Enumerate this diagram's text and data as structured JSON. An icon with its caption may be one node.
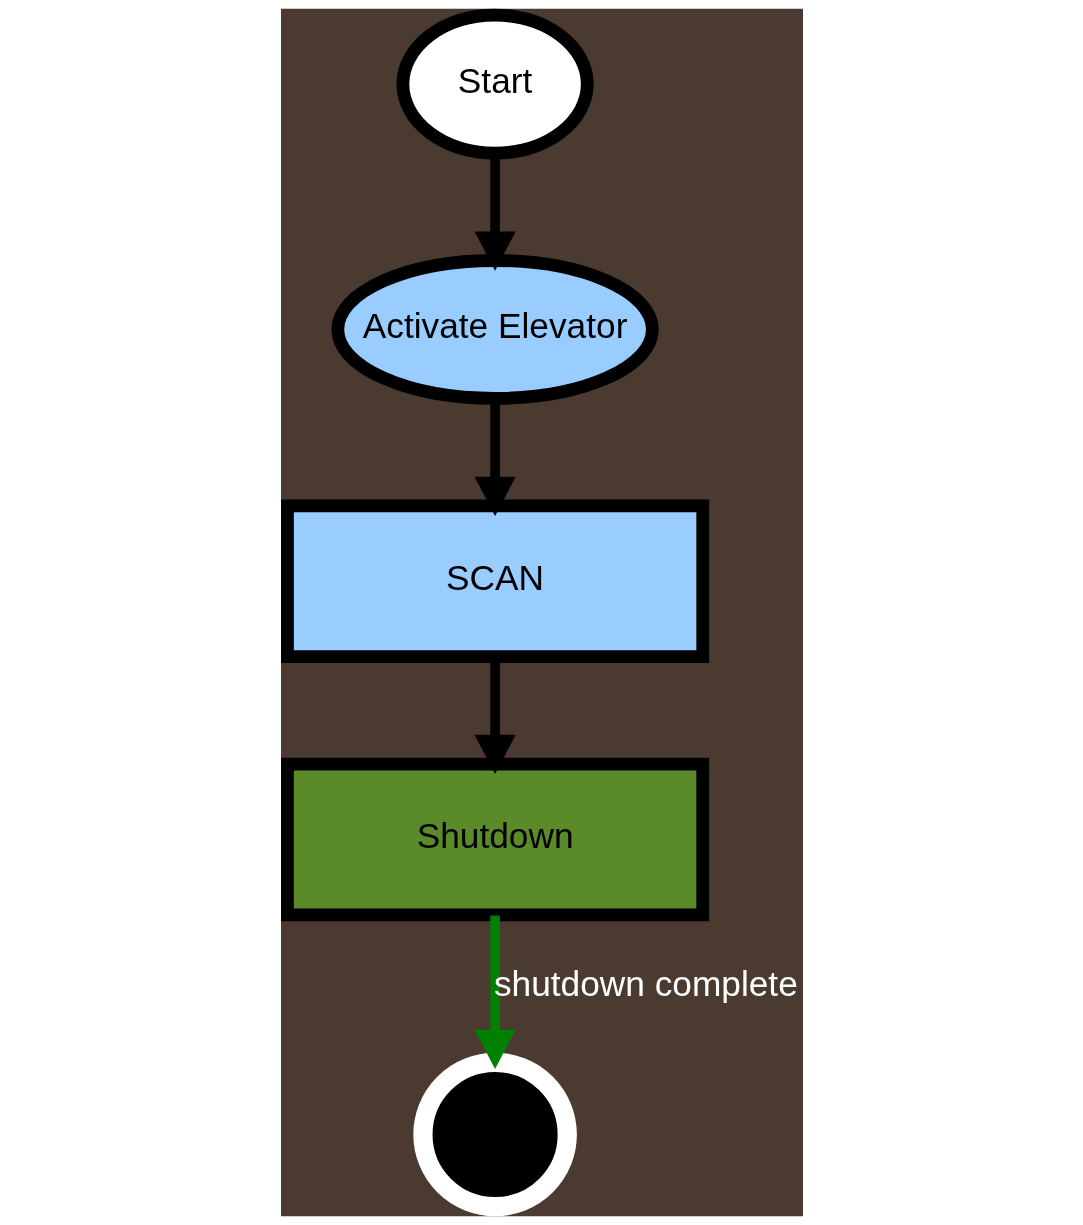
{
  "diagram": {
    "nodes": [
      {
        "text": [
          "Start"
        ]
      },
      {
        "text": [
          "Activate Elevator"
        ]
      },
      {
        "text": [
          "SCAN"
        ]
      },
      {
        "text": [
          "Shutdown"
        ]
      },
      {
        "text": [],
        "shape": "circle"
      }
    ],
    "edges": [
      {
        "from": 0,
        "to": 1,
        "arrow": "to"
      },
      {
        "from": 1,
        "to": 2,
        "arrow": "to"
      },
      {
        "from": 2,
        "to": 3,
        "arrow": "to"
      },
      {
        "from": 3,
        "to": 4,
        "arrow": "to",
        "label": "shutdown complete",
        "color": "#008000"
      }
    ]
  }
}
